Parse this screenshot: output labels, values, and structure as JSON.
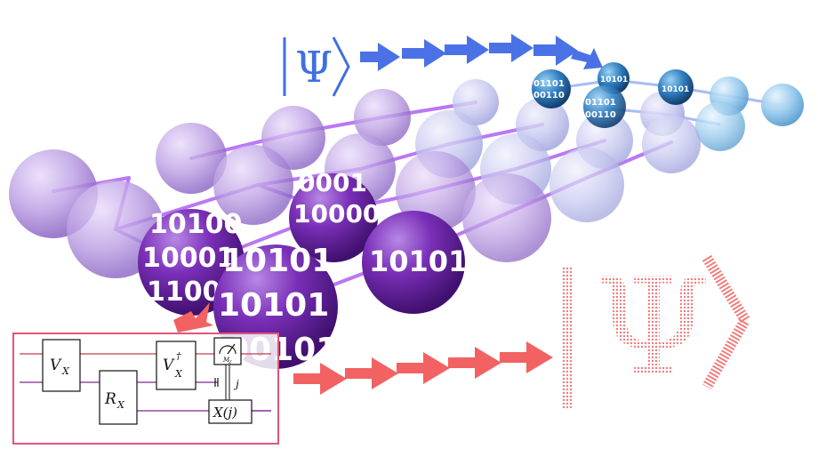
{
  "top_state": {
    "symbol": "Ψ",
    "color": "#3f6fe0"
  },
  "big_state": {
    "symbol": "Ψ",
    "color": "#f27a7a"
  },
  "binary": {
    "row1": "10100",
    "row2": "10001",
    "row3": "1100",
    "c_row1": "10101",
    "c_row2": "10101",
    "c_row3": "00101",
    "d_row1": "0001",
    "d_row2": "10000",
    "e_row": "10101",
    "small1": "01101",
    "small2": "00110",
    "small3": "10101"
  },
  "circuit": {
    "gate_vx": "V",
    "gate_vx_sub": "X",
    "gate_rx": "R",
    "gate_rx_sub": "X",
    "gate_vxd": "V",
    "gate_vxd_sup": "†",
    "gate_vxd_sub": "X",
    "meter_label": "M",
    "meter_sub": "Z",
    "wire_label": "j",
    "gate_xj": "X(j)",
    "border_color": "#e0557a"
  },
  "colors": {
    "light_sphere": "#b89be0",
    "dark_sphere": "#6a22a8",
    "blue_sphere": "#2a6fb0",
    "pale_blue": "#8fc4ea",
    "blue_arrow": "#4a72e6",
    "red_arrow": "#f26262",
    "bond": "#a34bf0"
  }
}
